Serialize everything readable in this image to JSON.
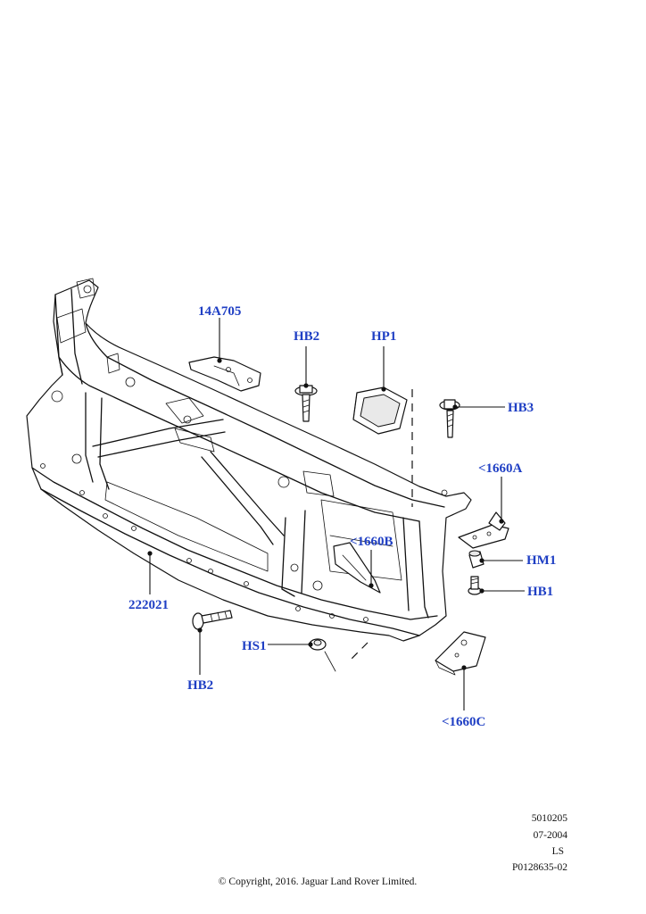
{
  "labels": {
    "part_14A705": "14A705",
    "part_HB2_top": "HB2",
    "part_HP1": "HP1",
    "part_HB3": "HB3",
    "part_1660A": "<1660A",
    "part_1660B": "<1660B",
    "part_HM1": "HM1",
    "part_HB1": "HB1",
    "part_222021": "222021",
    "part_HS1": "HS1",
    "part_HB2_bottom": "HB2",
    "part_1660C": "<1660C"
  },
  "meta": {
    "code": "5010205",
    "date": "07-2004",
    "region": "LS",
    "part_number": "P0128635-02"
  },
  "footer": {
    "copyright": "© Copyright, 2016. Jaguar Land Rover Limited."
  },
  "colors": {
    "label": "#1f3fc4",
    "ink": "#111111",
    "background": "#ffffff"
  }
}
